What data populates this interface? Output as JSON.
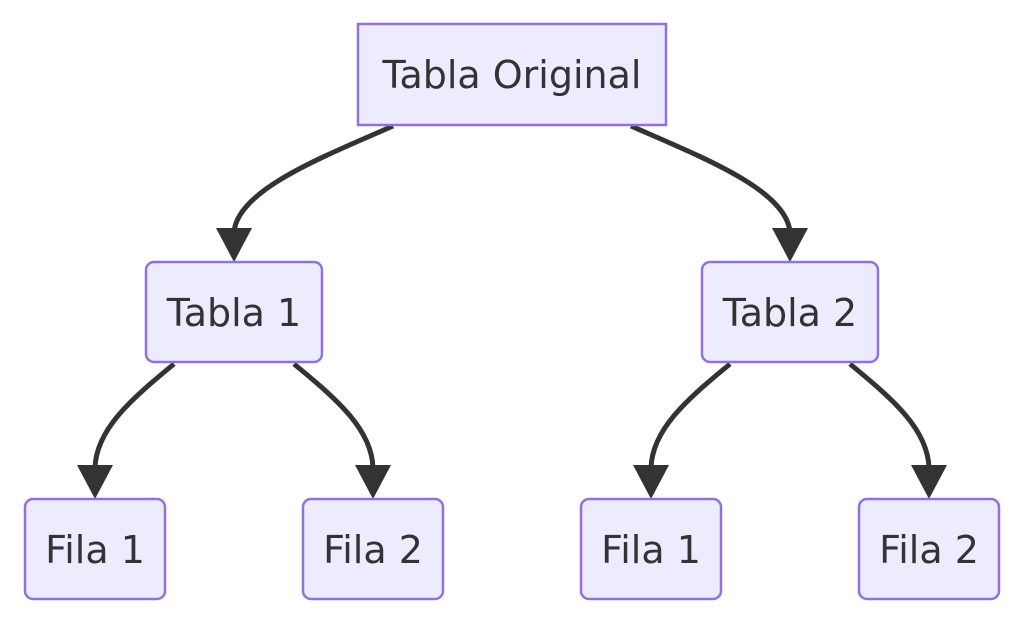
{
  "nodes": {
    "root": {
      "label": "Tabla Original"
    },
    "tabla1": {
      "label": "Tabla 1"
    },
    "tabla2": {
      "label": "Tabla 2"
    },
    "t1_fila1": {
      "label": "Fila 1"
    },
    "t1_fila2": {
      "label": "Fila 2"
    },
    "t2_fila1": {
      "label": "Fila 1"
    },
    "t2_fila2": {
      "label": "Fila 2"
    }
  },
  "colors": {
    "node_fill": "#ececfe",
    "node_stroke": "#9370db",
    "edge": "#333333",
    "text": "#333333"
  }
}
